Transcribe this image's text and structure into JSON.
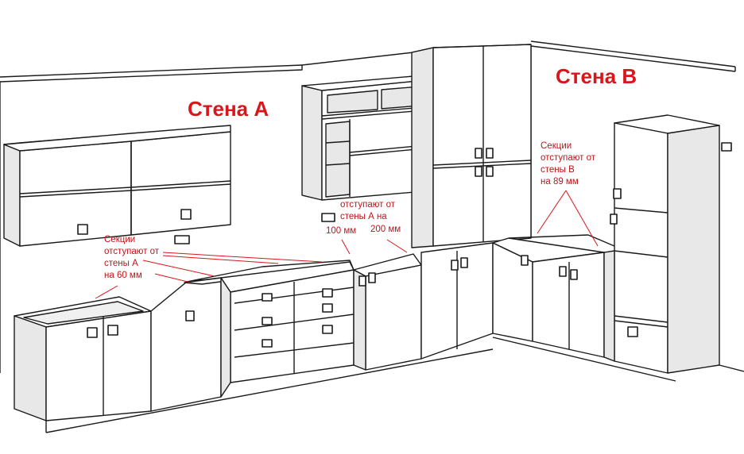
{
  "labels": {
    "wall_a": "Стена А",
    "wall_b": "Стена В"
  },
  "notes": {
    "left": {
      "line1": "Секции",
      "line2": "отступают от",
      "line3": "стены А",
      "line4": "на 60 мм"
    },
    "middle": {
      "line1": "отступают от",
      "line2": "стены А на",
      "line3": "100 мм",
      "line4": "200 мм"
    },
    "right": {
      "line1": "Секции",
      "line2": "отступают от",
      "line3": "стены  В",
      "line4": "на 89 мм"
    }
  },
  "colors": {
    "annotation": "#d8161b",
    "line": "#1a1a1a",
    "panel": "#ffffff",
    "shade": "#e8e8e8",
    "dark": "#555555"
  }
}
